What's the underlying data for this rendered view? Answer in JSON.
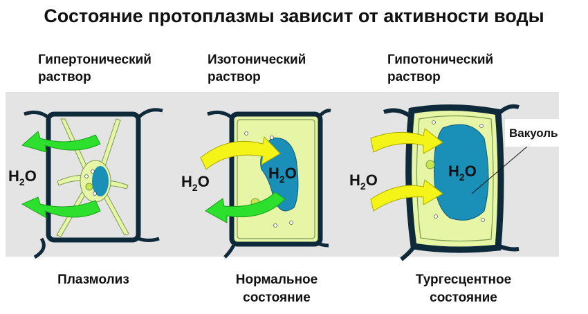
{
  "title": "Состояние протоплазмы зависит от активности воды",
  "columns": [
    {
      "solution_line1": "Гипертонический",
      "solution_line2": "раствор",
      "state_line1": "Плазмолиз",
      "state_line2": ""
    },
    {
      "solution_line1": "Изотонический",
      "solution_line2": "раствор",
      "state_line1": "Нормальное",
      "state_line2": "состояние"
    },
    {
      "solution_line1": "Гипотонический",
      "solution_line2": "раствор",
      "state_line1": "Тургесцентное",
      "state_line2": "состояние"
    }
  ],
  "water": {
    "h": "H",
    "sub": "2",
    "o": "O"
  },
  "vacuole_label": "Вакуоль",
  "colors": {
    "panel": "#e4e4e4",
    "wall": "#0e2a3a",
    "cytoplasm": "#e6f5a6",
    "vacuole": "#1a8fb8",
    "arrow_out": "#2de02d",
    "arrow_in": "#f4f418"
  }
}
